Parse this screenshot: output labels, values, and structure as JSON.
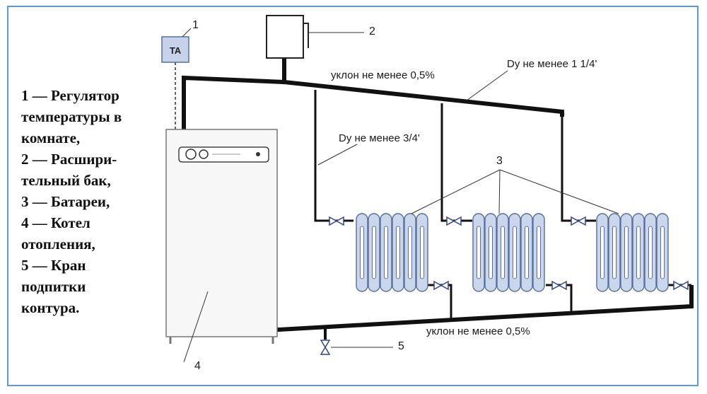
{
  "legend_lines": [
    "1 — Регулятор",
    "температуры в",
    "комнате,",
    "2 — Расшири-",
    "тельный бак,",
    "3 — Батареи,",
    "4 — Котел",
    "отопления,",
    "5 — Кран",
    "подпитки",
    "контура."
  ],
  "labels": {
    "slope_top": "уклон не менее 0,5%",
    "slope_bottom": "уклон не менее 0,5%",
    "dy_main": "Dy не менее 1 1/4'",
    "dy_branch": "Dy не менее 3/4'",
    "thermostat": "TA",
    "n1": "1",
    "n2": "2",
    "n3": "3",
    "n4": "4",
    "n5": "5"
  },
  "colors": {
    "pipe": "#111111",
    "radiator_fill": "#c9d6ec",
    "radiator_stroke": "#5a6e99",
    "thermostat_fill": "#c5d2ea",
    "border": "#5b9bd5"
  }
}
